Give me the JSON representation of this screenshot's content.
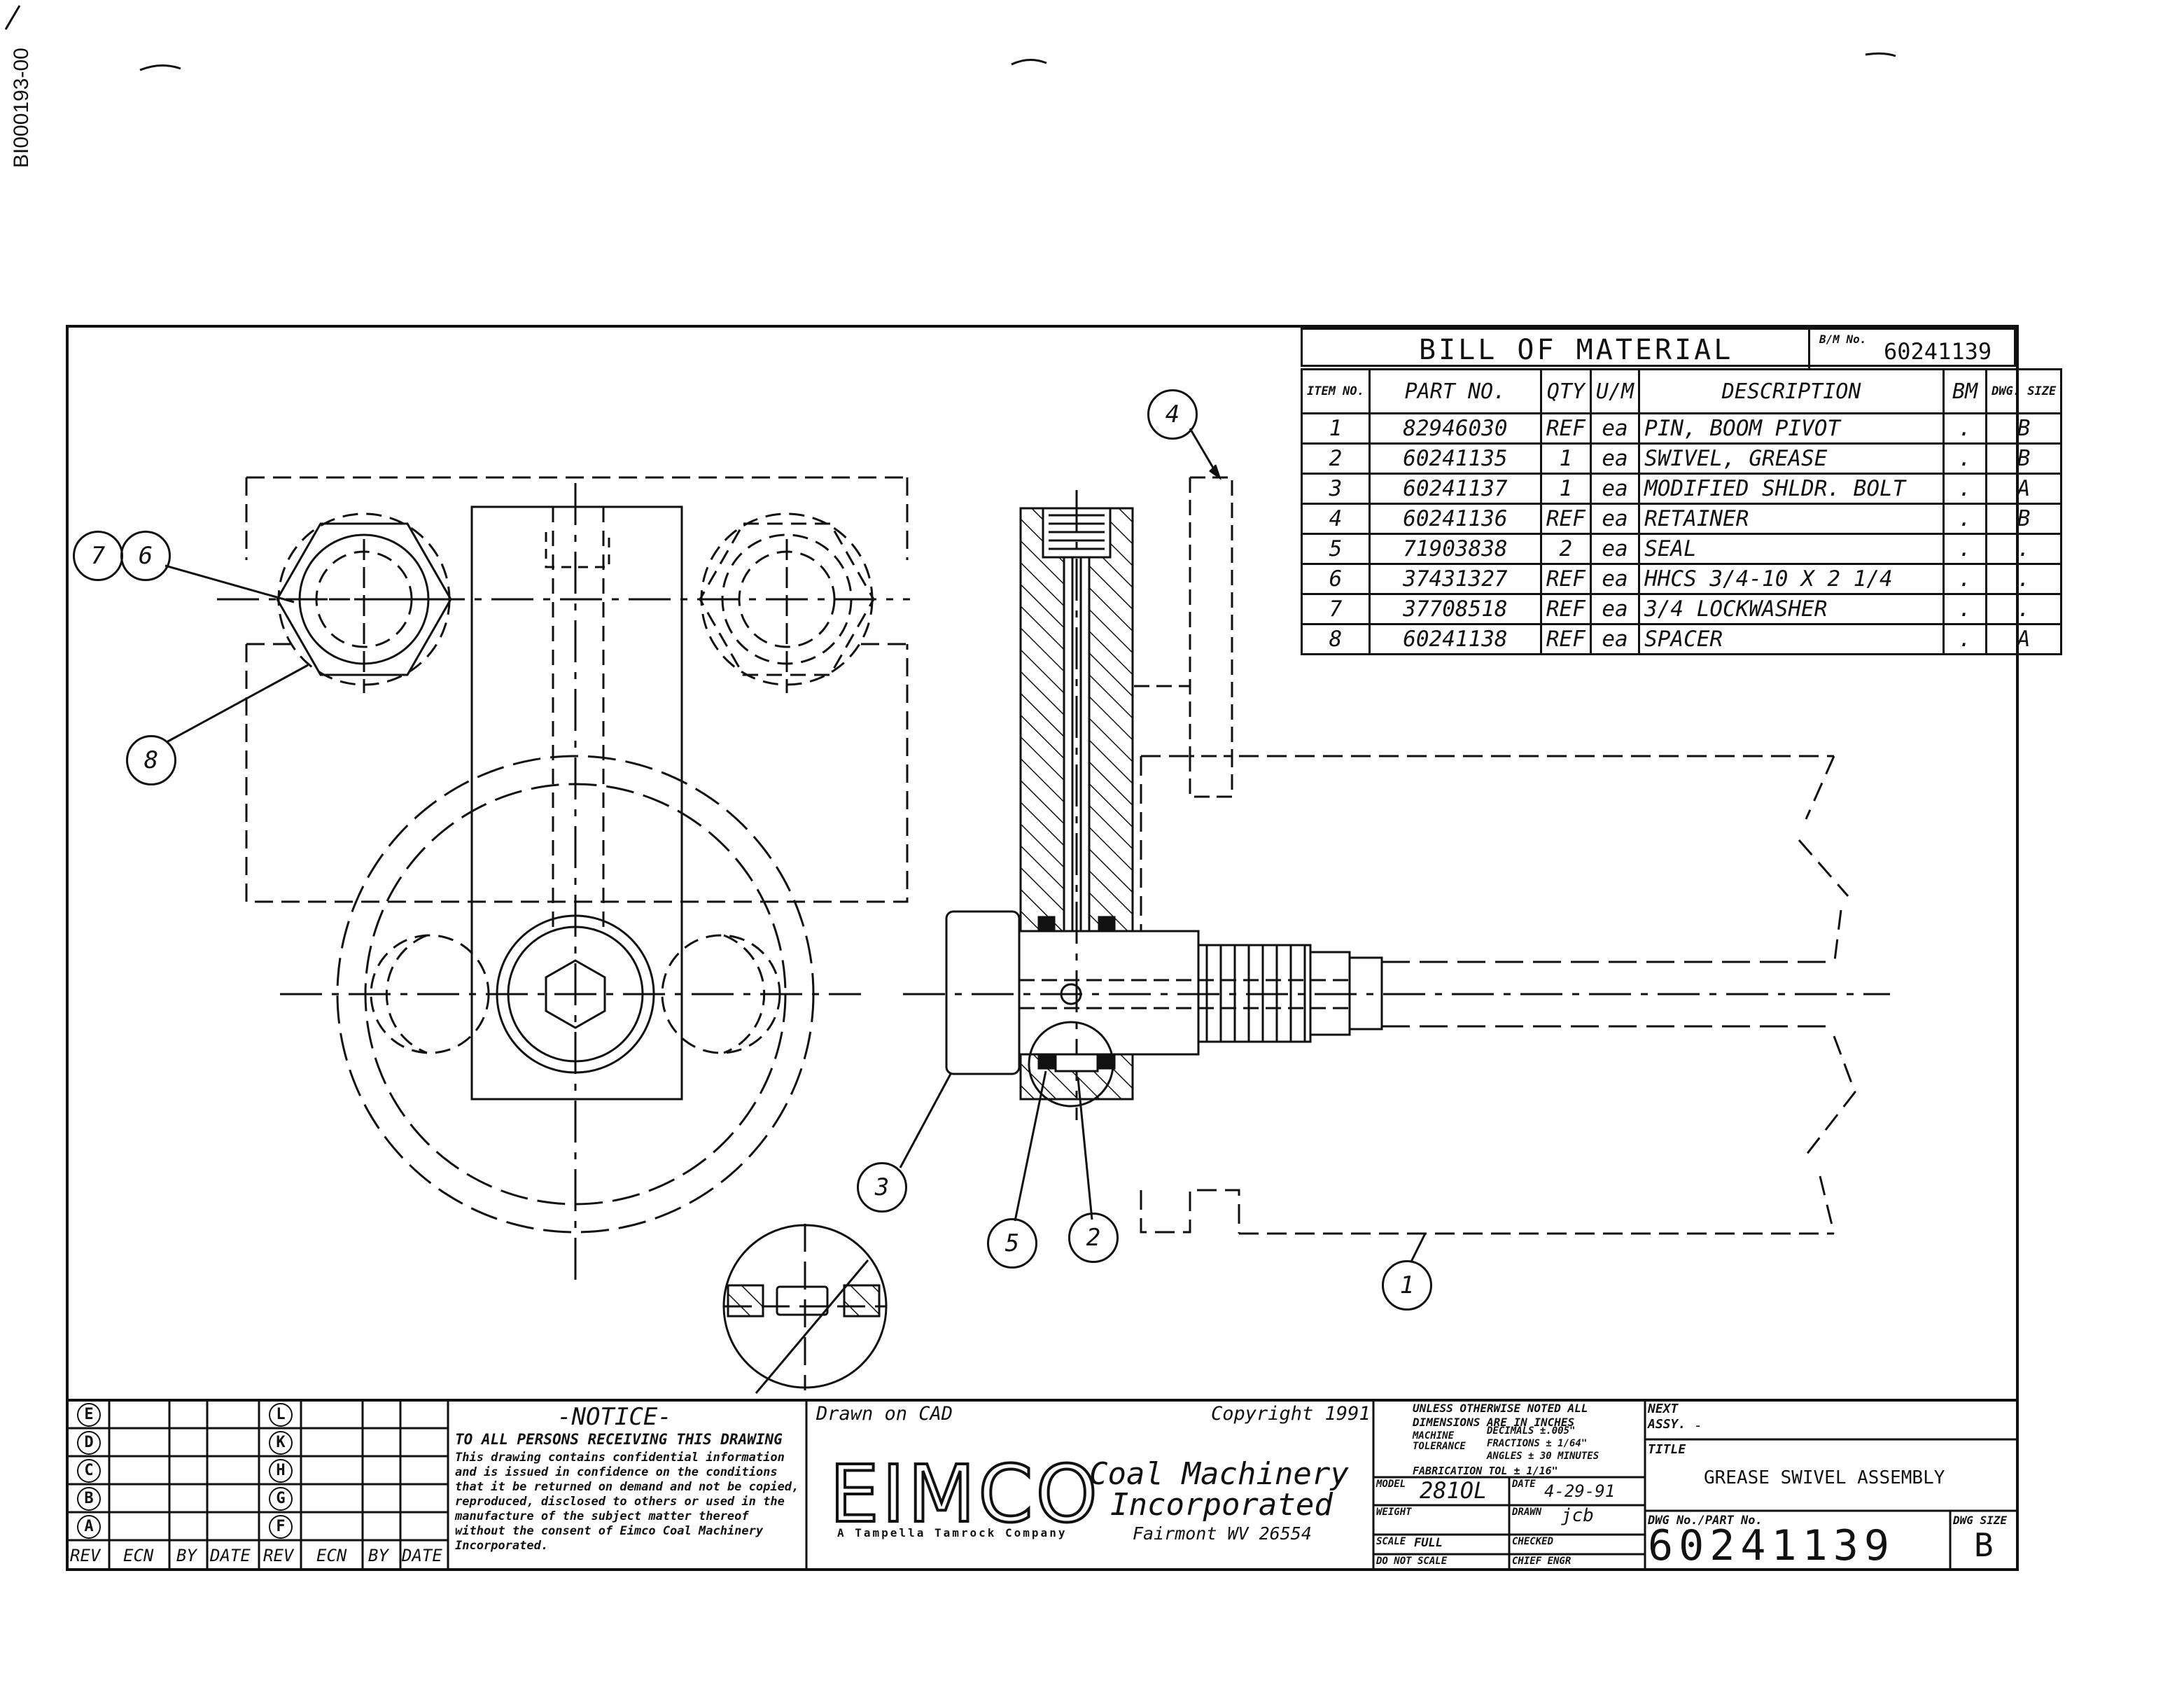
{
  "side_code": "BI000193-00",
  "bom": {
    "title": "BILL OF MATERIAL",
    "bm_no_label": "B/M No.",
    "bm_no": "60241139",
    "headers": {
      "item": "ITEM NO.",
      "part": "PART NO.",
      "qty": "QTY",
      "um": "U/M",
      "desc": "DESCRIPTION",
      "bm": "BM",
      "size": "DWG. SIZE"
    },
    "rows": [
      {
        "item": "1",
        "part": "82946030",
        "qty": "REF",
        "um": "ea",
        "desc": "PIN, BOOM PIVOT",
        "bm": ".",
        "size": "B"
      },
      {
        "item": "2",
        "part": "60241135",
        "qty": "1",
        "um": "ea",
        "desc": "SWIVEL, GREASE",
        "bm": ".",
        "size": "B"
      },
      {
        "item": "3",
        "part": "60241137",
        "qty": "1",
        "um": "ea",
        "desc": "MODIFIED SHLDR. BOLT",
        "bm": ".",
        "size": "A"
      },
      {
        "item": "4",
        "part": "60241136",
        "qty": "REF",
        "um": "ea",
        "desc": "RETAINER",
        "bm": ".",
        "size": "B"
      },
      {
        "item": "5",
        "part": "71903838",
        "qty": "2",
        "um": "ea",
        "desc": "SEAL",
        "bm": ".",
        "size": "."
      },
      {
        "item": "6",
        "part": "37431327",
        "qty": "REF",
        "um": "ea",
        "desc": "HHCS 3/4-10 X 2 1/4",
        "bm": ".",
        "size": "."
      },
      {
        "item": "7",
        "part": "37708518",
        "qty": "REF",
        "um": "ea",
        "desc": "3/4 LOCKWASHER",
        "bm": ".",
        "size": "."
      },
      {
        "item": "8",
        "part": "60241138",
        "qty": "REF",
        "um": "ea",
        "desc": "SPACER",
        "bm": ".",
        "size": "A"
      }
    ]
  },
  "balloons": {
    "b1": "1",
    "b2": "2",
    "b3": "3",
    "b4": "4",
    "b5": "5",
    "b6": "6",
    "b7": "7",
    "b8": "8"
  },
  "revisions": {
    "left_letters": [
      "E",
      "D",
      "C",
      "B",
      "A"
    ],
    "right_letters": [
      "L",
      "K",
      "H",
      "G",
      "F"
    ],
    "headers": [
      "REV",
      "ECN",
      "BY",
      "DATE",
      "REV",
      "ECN",
      "BY",
      "DATE"
    ]
  },
  "notice": {
    "title": "-NOTICE-",
    "heading": "TO ALL PERSONS RECEIVING THIS DRAWING",
    "body": "This drawing contains confidential information and is issued in confidence on the conditions that it be returned on demand and not be copied, reproduced, disclosed to others or used in the manufacture of the subject matter thereof without the consent of Eimco Coal Machinery Incorporated."
  },
  "company": {
    "drawn_on": "Drawn on CAD",
    "copyright": "Copyright 1991",
    "logo": "EIMCO",
    "name1": "Coal Machinery",
    "name2": "Incorporated",
    "tagline": "A Tampella Tamrock Company",
    "address": "Fairmont WV 26554"
  },
  "tolerance": {
    "line1": "UNLESS OTHERWISE NOTED ALL",
    "line2": "DIMENSIONS ARE IN INCHES",
    "machine_label": "MACHINE TOLERANCE",
    "decimals": "DECIMALS ±.005\"",
    "fractions": "FRACTIONS ± 1/64\"",
    "angles": "ANGLES ± 30 MINUTES",
    "fab": "FABRICATION TOL ± 1/16\""
  },
  "info": {
    "model_label": "MODEL",
    "model": "281OL",
    "date_label": "DATE",
    "date": "4-29-91",
    "weight_label": "WEIGHT",
    "drawn_label": "DRAWN",
    "drawn": "jcb",
    "scale_label": "SCALE",
    "scale": "FULL",
    "checked_label": "CHECKED",
    "noscale": "DO NOT SCALE",
    "chief_label": "CHIEF ENGR"
  },
  "title_block": {
    "next_assy_label": "NEXT ASSY.",
    "next_assy": "-",
    "title_label": "TITLE",
    "title": "GREASE SWIVEL ASSEMBLY",
    "dwg_no_label": "DWG No./PART No.",
    "dwg_no": "60241139",
    "dwg_size_label": "DWG SIZE",
    "dwg_size": "B"
  }
}
